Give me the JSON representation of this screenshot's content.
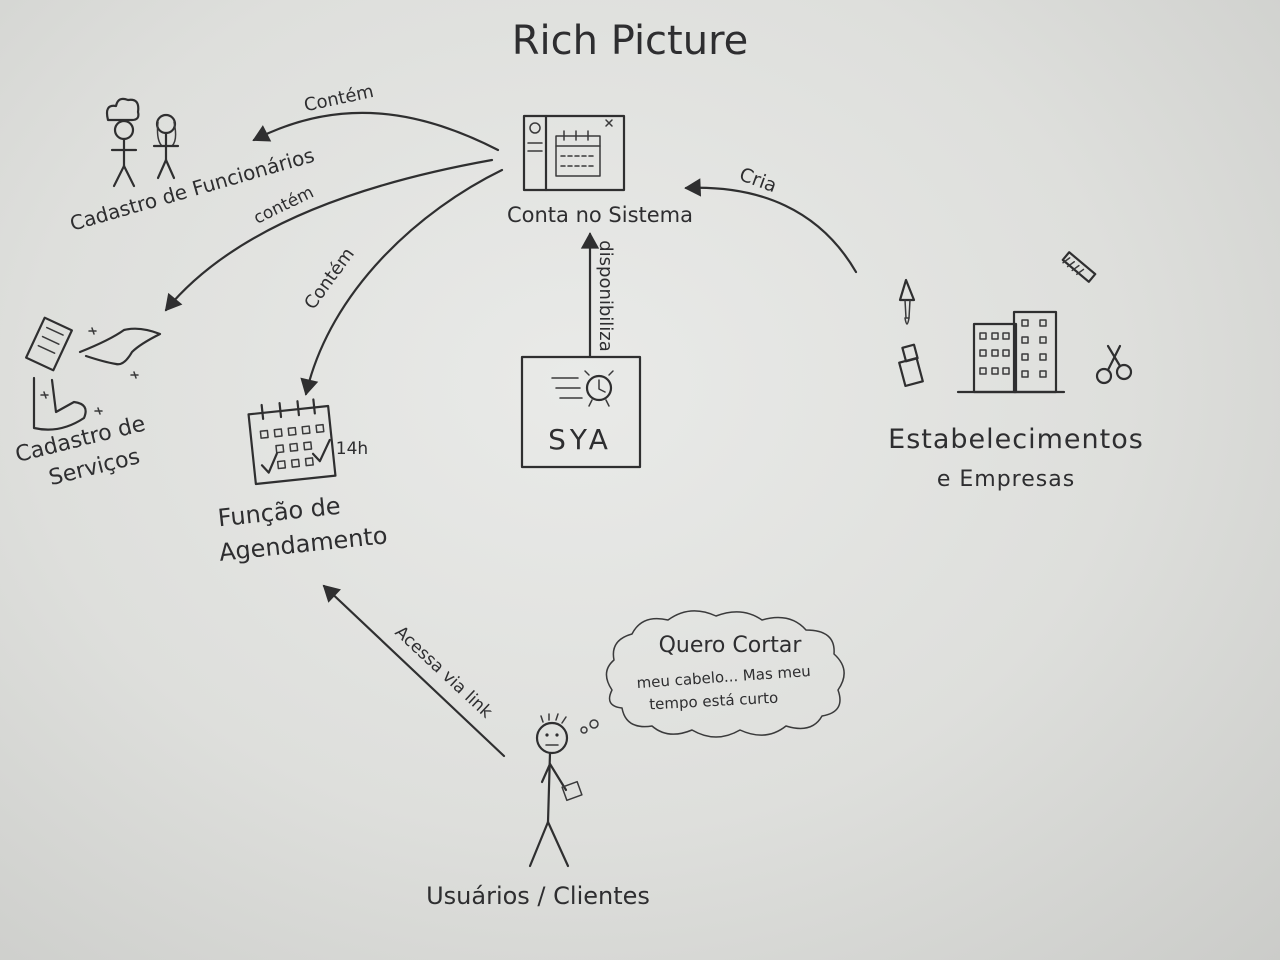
{
  "title": "Rich Picture",
  "nodes": {
    "conta": "Conta no Sistema",
    "sya": "SYA",
    "estabelecimentos_line1": "Estabelecimentos",
    "estabelecimentos_line2": "e Empresas",
    "funcionarios": "Cadastro de Funcionários",
    "servicos_line1": "Cadastro de",
    "servicos_line2": "Serviços",
    "agendamento_line1": "Função de",
    "agendamento_line2": "Agendamento",
    "calendar_time": "14h",
    "usuarios": "Usuários / Clientes"
  },
  "edges": {
    "contem_funcionarios": "Contém",
    "contem_servicos": "contém",
    "contem_agendamento": "Contém",
    "cria": "Cria",
    "disponibiliza": "disponibiliza",
    "acessa": "Acessa via link"
  },
  "thought": {
    "line1": "Quero Cortar",
    "line2": "meu cabelo... Mas meu",
    "line3": "tempo está curto"
  }
}
